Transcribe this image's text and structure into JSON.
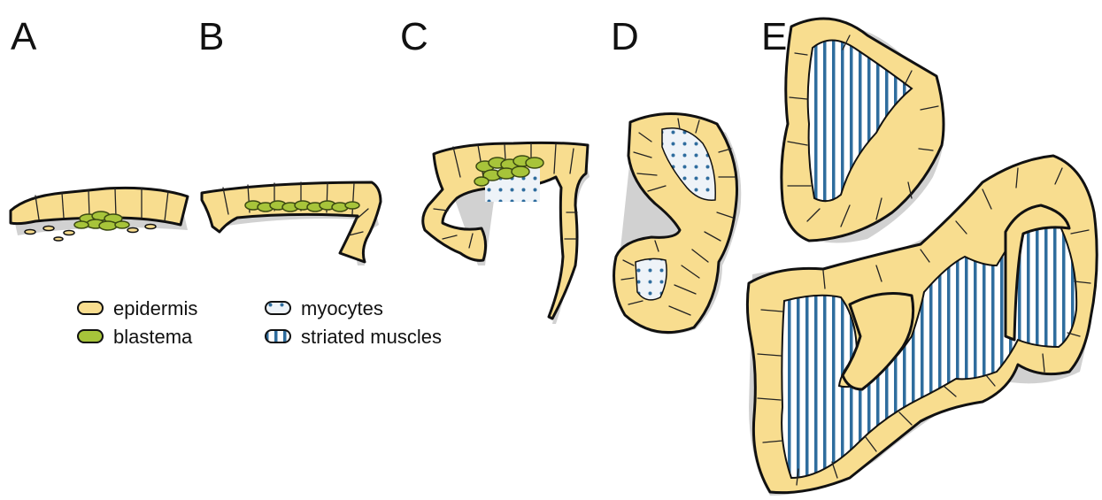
{
  "panels": [
    "A",
    "B",
    "C",
    "D",
    "E"
  ],
  "legend": {
    "epidermis": "epidermis",
    "blastema": "blastema",
    "myocytes": "myocytes",
    "striated_muscles": "striated muscles"
  },
  "colors": {
    "epidermis": "#f8dd8f",
    "blastema": "#a7c43a",
    "muscle_blue": "#2f6d9e",
    "outline": "#111111"
  }
}
